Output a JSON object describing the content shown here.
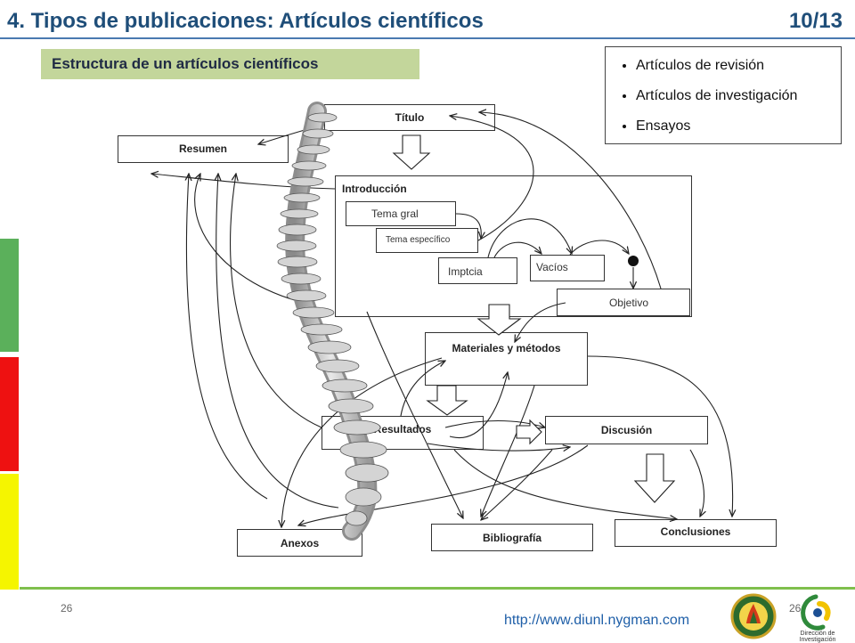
{
  "header": {
    "title": "4. Tipos de publicaciones: Artículos científicos",
    "page": "10/13"
  },
  "subtitle": "Estructura de un artículos científicos",
  "types_list": [
    "Artículos de revisión",
    "Artículos de investigación",
    "Ensayos"
  ],
  "diagram": {
    "titulo": "Título",
    "resumen": "Resumen",
    "introduccion": "Introducción",
    "tema_gral": "Tema gral",
    "tema_especifico": "Tema específico",
    "imptcia": "Imptcia",
    "vacios": "Vacíos",
    "objetivo": "Objetivo",
    "materiales": "Materiales y métodos",
    "resultados": "Resultados",
    "discusion": "Discusión",
    "anexos": "Anexos",
    "bibliografia": "Bibliografía",
    "conclusiones": "Conclusiones"
  },
  "side_colors": [
    "#5bb05b",
    "#ee1111",
    "#f5f500"
  ],
  "footer": {
    "num_left": "26",
    "num_right": "26",
    "url": "http://www.diunl.nygman.com",
    "di_label": "Dirección de Investigación"
  }
}
